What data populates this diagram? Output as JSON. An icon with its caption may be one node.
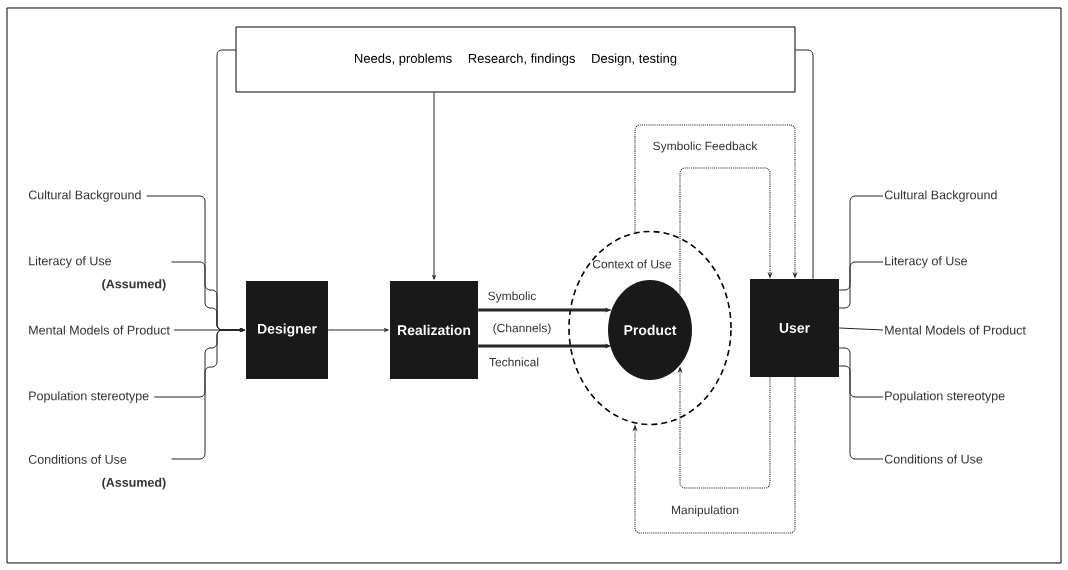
{
  "diagram": {
    "nodes": [
      {
        "text": [
          "Needs, problems",
          "Research, findings",
          "Design, testing"
        ]
      },
      {
        "text": [
          "Cultural Background"
        ]
      },
      {
        "text": [
          "Literacy of Use",
          "(Assumed)"
        ]
      },
      {
        "text": [
          "Mental Models of Product"
        ]
      },
      {
        "text": [
          "Population stereotype"
        ]
      },
      {
        "text": [
          "Conditions of Use",
          "(Assumed)"
        ]
      },
      {
        "text": [
          "Designer"
        ]
      },
      {
        "text": [
          "Realization"
        ]
      },
      {
        "text": [
          "Context of Use"
        ]
      },
      {
        "text": [
          "Product"
        ],
        "in": 8
      },
      {
        "text": [
          "User"
        ]
      },
      {
        "text": [
          "Cultural Background"
        ]
      },
      {
        "text": [
          "Literacy of Use"
        ]
      },
      {
        "text": [
          "Mental Models of Product"
        ]
      },
      {
        "text": [
          "Population stereotype"
        ]
      },
      {
        "text": [
          "Conditions of Use"
        ]
      }
    ],
    "edges": [
      {
        "from": 1,
        "to": 6,
        "arrow": "to"
      },
      {
        "from": 2,
        "to": 6,
        "arrow": "to"
      },
      {
        "from": 3,
        "to": 6,
        "arrow": "to"
      },
      {
        "from": 4,
        "to": 6,
        "arrow": "to"
      },
      {
        "from": 5,
        "to": 6,
        "arrow": "to"
      },
      {
        "from": 0,
        "to": 6,
        "arrow": "to"
      },
      {
        "from": 0,
        "to": 7,
        "arrow": "to"
      },
      {
        "from": 0,
        "to": 10,
        "arrow": "none"
      },
      {
        "from": 6,
        "to": 7,
        "arrow": "to"
      },
      {
        "from": 7,
        "to": 9,
        "arrow": "to",
        "style": "thick",
        "label": "Symbolic"
      },
      {
        "from": 7,
        "to": 9,
        "arrow": "to",
        "style": "thick",
        "label": "Technical"
      },
      {
        "from": 8,
        "to": 10,
        "arrow": "to",
        "style": "dashed",
        "label": "Symbolic Feedback"
      },
      {
        "from": 9,
        "to": 10,
        "arrow": "to",
        "style": "dashed"
      },
      {
        "from": 10,
        "to": 9,
        "arrow": "to",
        "style": "dashed"
      },
      {
        "from": 10,
        "to": 8,
        "arrow": "to",
        "style": "dashed",
        "label": "Manipulation"
      },
      {
        "from": 10,
        "to": 11,
        "arrow": "none"
      },
      {
        "from": 10,
        "to": 12,
        "arrow": "none"
      },
      {
        "from": 10,
        "to": 13,
        "arrow": "none"
      },
      {
        "from": 10,
        "to": 14,
        "arrow": "none"
      },
      {
        "from": 10,
        "to": 15,
        "arrow": "none"
      }
    ],
    "labels": [
      "(Channels)"
    ]
  }
}
